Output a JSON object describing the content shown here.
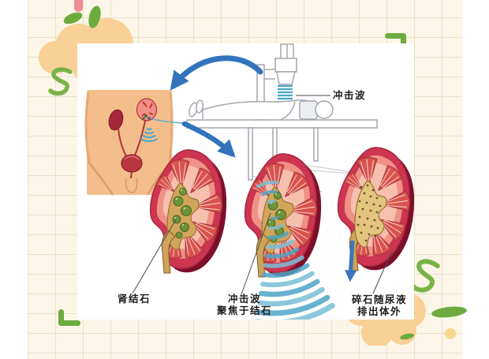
{
  "labels": {
    "shock_wave": "冲击波",
    "kidney_stone": "肾结石",
    "focus_line1": "冲击波",
    "focus_line2": "聚焦于结石",
    "excrete_line1": "碎石随尿液",
    "excrete_line2": "排出体外"
  },
  "colors": {
    "background": "#fbf6e8",
    "grid_line": "#e9dec6",
    "panel": "#ffffff",
    "arrow_blue": "#3273bc",
    "wave_teal": "#55a8c8",
    "stone_green": "#6f923c",
    "kidney_red": "#cd3551",
    "kidney_dark": "#7e0f2a",
    "pelvis_gold": "#d2a65a",
    "skin_tone": "#f4bd8c",
    "deco_green": "#6cab3e",
    "deco_orange": "#f9d096",
    "deco_pink": "#ef8e93",
    "label_text": "#1d1d1d"
  }
}
